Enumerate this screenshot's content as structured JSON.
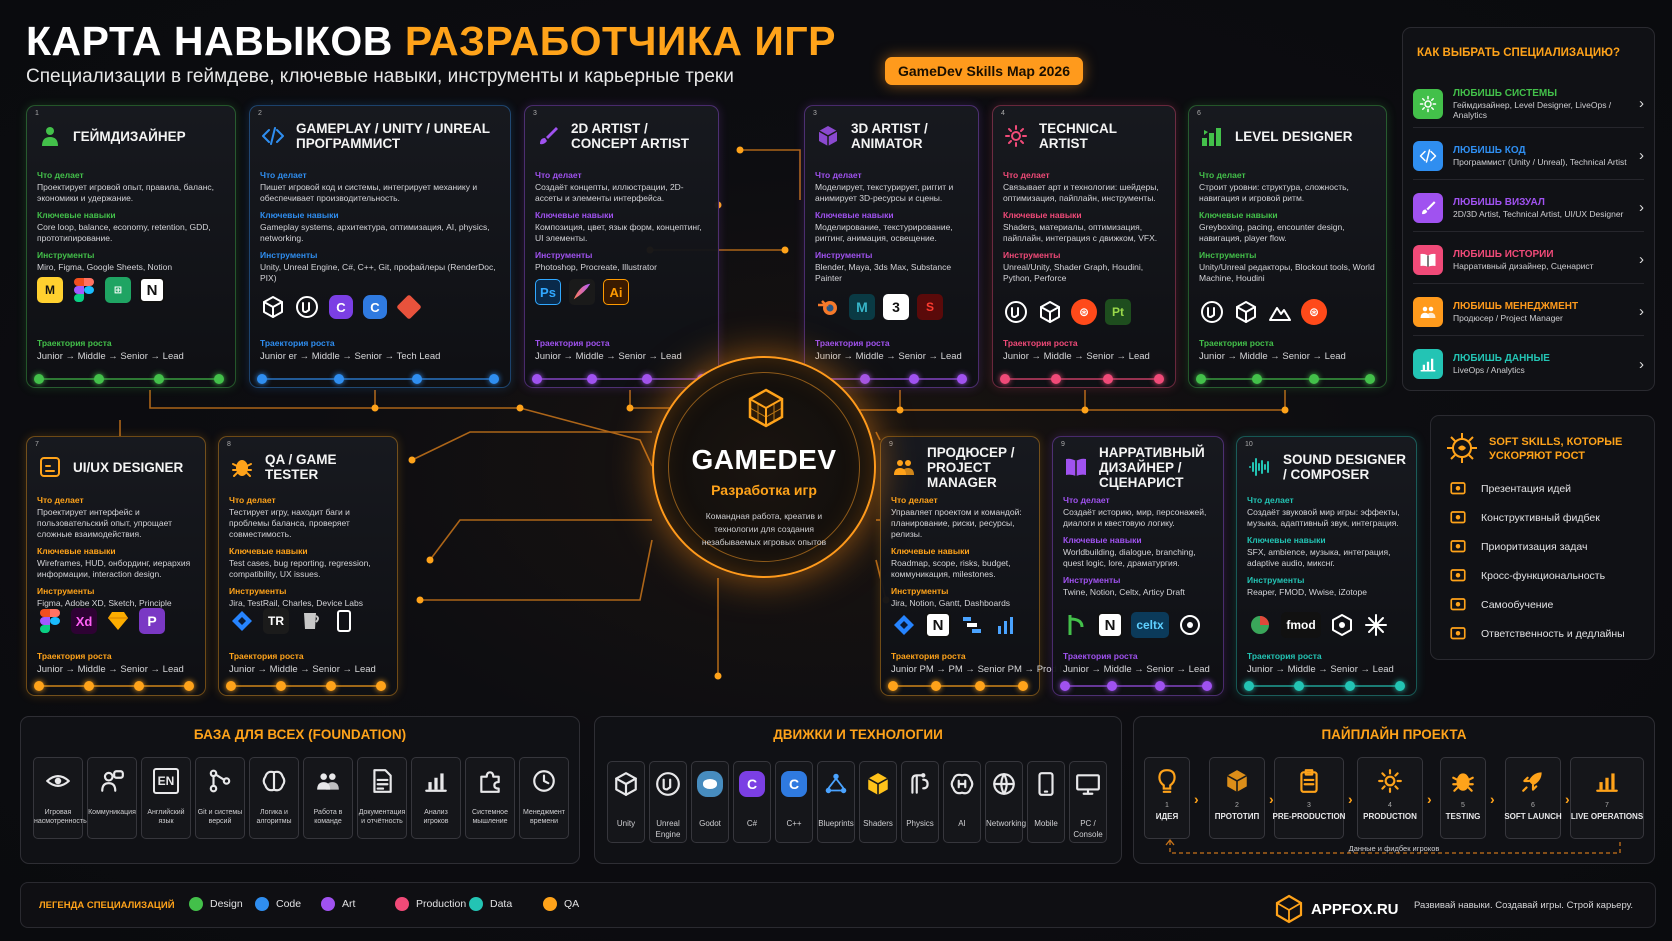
{
  "header": {
    "title_white": "КАРТА НАВЫКОВ",
    "title_orange": "РАЗРАБОТЧИКА ИГР",
    "subtitle": "Специализации в геймдеве, ключевые навыки, инструменты и карьерные треки",
    "badge": "GameDev Skills Map 2026"
  },
  "labels": {
    "does": "Что делает",
    "skills": "Ключевые навыки",
    "tools": "Инструменты",
    "track": "Траектория роста"
  },
  "colors": {
    "design": "#43c04a",
    "code": "#2f8ef0",
    "art": "#a052f0",
    "production": "#f04a78",
    "data": "#23c4b4",
    "qa": "#ffa31a",
    "accent": "#ff9a1c"
  },
  "cards": [
    {
      "num": "1",
      "title": "ГЕЙМДИЗАЙНЕР",
      "icon": "person-icon",
      "color": "#43c04a",
      "does": "Проектирует игровой опыт, правила, баланс, экономики и удержание.",
      "skills": "Core loop, balance, economy, retention, GDD, прототипирование.",
      "tools": "Miro, Figma, Google Sheets, Notion",
      "icons": [
        "miro-icon",
        "figma-icon",
        "sheets-icon",
        "notion-icon"
      ],
      "track": "Junior → Middle → Senior → Lead",
      "dots": 4
    },
    {
      "num": "2",
      "title": "GAMEPLAY / UNITY / UNREAL ПРОГРАММИСТ",
      "icon": "code-icon",
      "color": "#2f8ef0",
      "does": "Пишет игровой код и системы, интегрирует механику и обеспечивает производительность.",
      "skills": "Gameplay systems, архитектура, оптимизация, AI, physics, networking.",
      "tools": "Unity, Unreal Engine, C#, C++, Git, профайлеры (RenderDoc, PIX)",
      "icons": [
        "unity-icon",
        "unreal-icon",
        "csharp-icon",
        "cpp-icon",
        "git-icon"
      ],
      "track": "Junior er → Middle → Senior → Tech Lead",
      "dots": 4
    },
    {
      "num": "3",
      "title": "2D ARTIST / CONCEPT ARTIST",
      "icon": "brush-icon",
      "color": "#a052f0",
      "does": "Создаёт концепты, иллюстрации, 2D-ассеты и элементы интерфейса.",
      "skills": "Композиция, цвет, язык форм, концептинг, UI элементы.",
      "tools": "Photoshop, Procreate, Illustrator",
      "icons": [
        "photoshop-icon",
        "procreate-icon",
        "illustrator-icon"
      ],
      "track": "Junior → Middle → Senior → Lead",
      "dots": 4
    },
    {
      "num": "3",
      "title": "3D ARTIST / ANIMATOR",
      "icon": "cube-icon",
      "color": "#a052f0",
      "does": "Моделирует, текстурирует, риггит и анимирует 3D-ресурсы и сцены.",
      "skills": "Моделирование, текстурирование, риггинг, анимация, освещение.",
      "tools": "Blender, Maya, 3ds Max, Substance Painter",
      "icons": [
        "blender-icon",
        "maya-icon",
        "3dsmax-icon",
        "substance-icon"
      ],
      "track": "Junior → Middle → Senior → Lead",
      "dots": 4
    },
    {
      "num": "4",
      "title": "TECHNICAL ARTIST",
      "icon": "gear-icon",
      "color": "#f04a78",
      "does": "Связывает арт и технологии: шейдеры, оптимизация, пайплайн, инструменты.",
      "skills": "Shaders, материалы, оптимизация, пайплайн, интеграция с движком, VFX.",
      "tools": "Unreal/Unity, Shader Graph, Houdini, Python, Perforce",
      "icons": [
        "unreal-icon",
        "unity-icon",
        "houdini-icon",
        "perforce-icon"
      ],
      "track": "Junior → Middle → Senior → Lead",
      "dots": 4
    },
    {
      "num": "6",
      "title": "LEVEL DESIGNER",
      "icon": "level-icon",
      "color": "#43c04a",
      "does": "Строит уровни: структура, сложность, навигация и игровой ритм.",
      "skills": "Greyboxing, pacing, encounter design, навигация, player flow.",
      "tools": "Unity/Unreal редакторы, Blockout tools, World Machine, Houdini",
      "icons": [
        "unreal-icon",
        "unity-icon",
        "worldmachine-icon",
        "houdini-icon"
      ],
      "track": "Junior → Middle → Senior → Lead",
      "dots": 4
    },
    {
      "num": "7",
      "title": "UI/UX DESIGNER",
      "icon": "ui-icon",
      "color": "#ffa31a",
      "does": "Проектирует интерфейс и пользовательский опыт, упрощает сложные взаимодействия.",
      "skills": "Wireframes, HUD, онбординг, иерархия информации, interaction design.",
      "tools": "Figma, Adobe XD, Sketch, Principle",
      "icons": [
        "figma-icon",
        "xd-icon",
        "sketch-icon",
        "principle-icon"
      ],
      "track": "Junior → Middle → Senior → Lead",
      "dots": 4
    },
    {
      "num": "8",
      "title": "QA / GAME TESTER",
      "icon": "bug-icon",
      "color": "#ffa31a",
      "does": "Тестирует игру, находит баги и проблемы баланса, проверяет совместимость.",
      "skills": "Test cases, bug reporting, regression, compatibility, UX issues.",
      "tools": "Jira, TestRail, Charles, Device Labs",
      "icons": [
        "jira-icon",
        "testrail-icon",
        "charles-icon",
        "device-icon"
      ],
      "track": "Junior → Middle → Senior → Lead",
      "dots": 4
    },
    {
      "num": "9",
      "title": "ПРОДЮСЕР / PROJECT MANAGER",
      "icon": "team-icon",
      "color": "#ffa31a",
      "does": "Управляет проектом и командой: планирование, риски, ресурсы, релизы.",
      "skills": "Roadmap, scope, risks, budget, коммуникация, milestones.",
      "tools": "Jira, Notion, Gantt, Dashboards",
      "icons": [
        "jira-icon",
        "notion-icon",
        "gantt-icon",
        "dashboard-icon"
      ],
      "track": "Junior PM → PM → Senior PM → Prod Lead",
      "dots": 4
    },
    {
      "num": "9",
      "title": "НАРРАТИВНЫЙ ДИЗАЙНЕР / СЦЕНАРИСТ",
      "icon": "book-icon",
      "color": "#a052f0",
      "does": "Создаёт историю, мир, персонажей, диалоги и квестовую логику.",
      "skills": "Worldbuilding, dialogue, branching, quest logic, lore, драматургия.",
      "tools": "Twine, Notion, Celtx, Articy Draft",
      "icons": [
        "twine-icon",
        "notion-icon",
        "celtx-icon",
        "articy-icon"
      ],
      "track": "Junior → Middle → Senior → Lead",
      "dots": 4
    },
    {
      "num": "10",
      "title": "SOUND DESIGNER / COMPOSER",
      "icon": "sound-icon",
      "color": "#23c4b4",
      "does": "Создаёт звуковой мир игры: эффекты, музыка, адаптивный звук, интеграция.",
      "skills": "SFX, ambience, музыка, интеграция, adaptive audio, микснг.",
      "tools": "Reaper, FMOD, Wwise, iZotope",
      "icons": [
        "reaper-icon",
        "fmod-icon",
        "wwise-icon",
        "izotope-icon"
      ],
      "track": "Junior → Middle → Senior → Lead",
      "dots": 4
    }
  ],
  "hub": {
    "title": "GAMEDEV",
    "subtitle": "Разработка игр",
    "text": "Командная работа, креатив и технологии для создания незабываемых игровых опытов"
  },
  "choose": {
    "title": "КАК ВЫБРАТЬ СПЕЦИАЛИЗАЦИЮ?",
    "items": [
      {
        "a": "ЛЮБИШЬ СИСТЕМЫ",
        "b": "Геймдизайнер, Level Designer, LiveOps / Analytics",
        "color": "#43c04a",
        "icon": "gear-icon"
      },
      {
        "a": "ЛЮБИШЬ КОД",
        "b": "Программист (Unity / Unreal), Technical Artist",
        "color": "#2f8ef0",
        "icon": "code-icon"
      },
      {
        "a": "ЛЮБИШЬ ВИЗУАЛ",
        "b": "2D/3D Artist, Technical Artist, UI/UX Designer",
        "color": "#a052f0",
        "icon": "brush-icon"
      },
      {
        "a": "ЛЮБИШЬ ИСТОРИИ",
        "b": "Нарративный дизайнер, Сценарист",
        "color": "#f04a78",
        "icon": "book-icon"
      },
      {
        "a": "ЛЮБИШЬ МЕНЕДЖМЕНТ",
        "b": "Продюсер / Project Manager",
        "color": "#ff9a1c",
        "icon": "team-icon"
      },
      {
        "a": "ЛЮБИШЬ ДАННЫЕ",
        "b": "LiveOps / Analytics",
        "color": "#23c4b4",
        "icon": "chart-icon"
      }
    ]
  },
  "soft": {
    "title": "SOFT SKILLS, КОТОРЫЕ УСКОРЯЮТ РОСТ",
    "items": [
      "Презентация идей",
      "Конструктивный фидбек",
      "Приоритизация задач",
      "Кросс-функциональность",
      "Самообучение",
      "Ответственность и дедлайны"
    ]
  },
  "foundation": {
    "title": "БАЗА ДЛЯ ВСЕХ (FOUNDATION)",
    "items": [
      {
        "t": "Игровая насмотренность",
        "icon": "eye-icon"
      },
      {
        "t": "Коммуникация",
        "icon": "chat-icon"
      },
      {
        "t": "Английский язык",
        "icon": "en-icon"
      },
      {
        "t": "Git и системы версий",
        "icon": "git-branch-icon"
      },
      {
        "t": "Логика и алгоритмы",
        "icon": "brain-icon"
      },
      {
        "t": "Работа в команде",
        "icon": "team-icon"
      },
      {
        "t": "Документация и отчётность",
        "icon": "doc-icon"
      },
      {
        "t": "Анализ игроков",
        "icon": "chart-icon"
      },
      {
        "t": "Системное мышление",
        "icon": "puzzle-icon"
      },
      {
        "t": "Менеджмент времени",
        "icon": "clock-icon"
      }
    ]
  },
  "engines": {
    "title": "ДВИЖКИ И ТЕХНОЛОГИИ",
    "items": [
      {
        "t": "Unity",
        "icon": "unity-icon"
      },
      {
        "t": "Unreal Engine",
        "icon": "unreal-icon"
      },
      {
        "t": "Godot",
        "icon": "godot-icon"
      },
      {
        "t": "C#",
        "icon": "csharp-icon"
      },
      {
        "t": "C++",
        "icon": "cpp-icon"
      },
      {
        "t": "Blueprints",
        "icon": "blueprints-icon"
      },
      {
        "t": "Shaders",
        "icon": "shaders-icon"
      },
      {
        "t": "Physics",
        "icon": "physics-icon"
      },
      {
        "t": "AI",
        "icon": "ai-icon"
      },
      {
        "t": "Networking",
        "icon": "network-icon"
      },
      {
        "t": "Mobile",
        "icon": "mobile-icon"
      },
      {
        "t": "PC / Console",
        "icon": "pc-icon"
      }
    ]
  },
  "pipeline": {
    "title": "ПАЙПЛАЙН ПРОЕКТА",
    "items": [
      {
        "n": "1",
        "t": "ИДЕЯ",
        "icon": "bulb-icon"
      },
      {
        "n": "2",
        "t": "ПРОТОТИП",
        "icon": "cube-icon"
      },
      {
        "n": "3",
        "t": "PRE-PRODUCTION",
        "icon": "clipboard-icon"
      },
      {
        "n": "4",
        "t": "PRODUCTION",
        "icon": "gear-icon"
      },
      {
        "n": "5",
        "t": "TESTING",
        "icon": "bug-icon"
      },
      {
        "n": "6",
        "t": "SOFT LAUNCH",
        "icon": "rocket-icon"
      },
      {
        "n": "7",
        "t": "LIVE OPERATIONS",
        "icon": "chart-icon"
      }
    ],
    "loop": "Данные и фидбек игроков"
  },
  "legend": {
    "title": "ЛЕГЕНДА СПЕЦИАЛИЗАЦИЙ",
    "items": [
      {
        "t": "Design",
        "color": "#43c04a"
      },
      {
        "t": "Code",
        "color": "#2f8ef0"
      },
      {
        "t": "Art",
        "color": "#a052f0"
      },
      {
        "t": "Production",
        "color": "#f04a78"
      },
      {
        "t": "Data",
        "color": "#23c4b4"
      },
      {
        "t": "QA",
        "color": "#ffa31a"
      }
    ]
  },
  "brand": {
    "name": "APPFOX.RU",
    "slogan": "Развивай навыки. Создавай игры. Строй карьеру."
  }
}
